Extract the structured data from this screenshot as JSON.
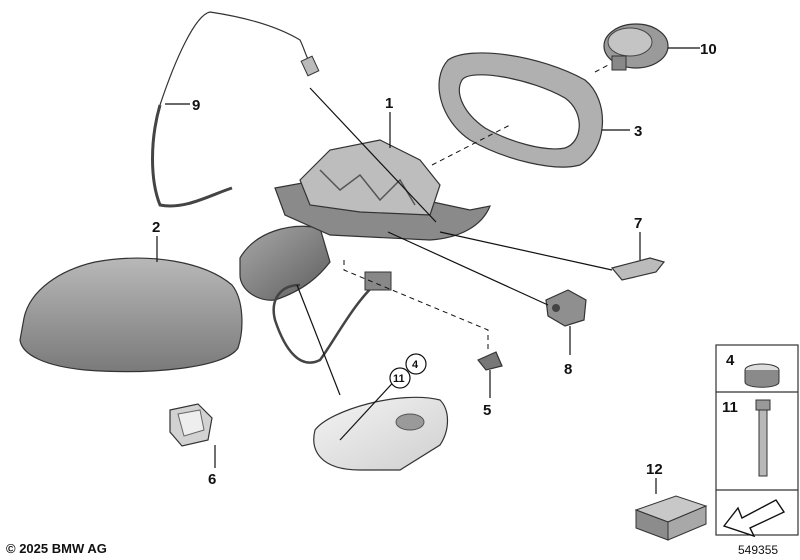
{
  "callouts": {
    "p1": "1",
    "p2": "2",
    "p3": "3",
    "p4": "4",
    "p5": "5",
    "p6": "6",
    "p7": "7",
    "p8": "8",
    "p9": "9",
    "p10": "10",
    "p11": "11",
    "p12": "12"
  },
  "circled_labels": {
    "c4": "4",
    "c11": "11"
  },
  "legend": {
    "item4": "4",
    "item11": "11"
  },
  "footer": {
    "copyright": "© 2025 BMW AG",
    "doc_number": "549355"
  },
  "colors": {
    "part_fill": "#9c9c9c",
    "part_dark": "#6e6e6e",
    "part_light": "#d6d6d6",
    "line": "#111111"
  }
}
